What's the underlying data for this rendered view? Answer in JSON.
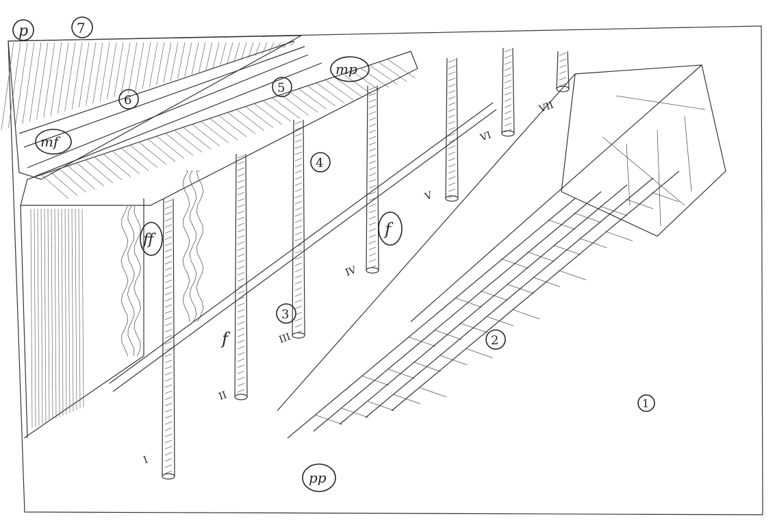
{
  "labels": {
    "p": "p",
    "seven": "7",
    "six": "6",
    "five": "5",
    "four": "4",
    "three": "3",
    "two": "2",
    "one": "1",
    "mf": "mf",
    "mp": "mp",
    "ff": "ff",
    "f_circle": "f",
    "f_plain": "f",
    "pp": "pp"
  },
  "roman": {
    "I": "I",
    "II": "II",
    "III": "III",
    "IV": "IV",
    "V": "V",
    "VI": "VI",
    "VII": "VII"
  }
}
